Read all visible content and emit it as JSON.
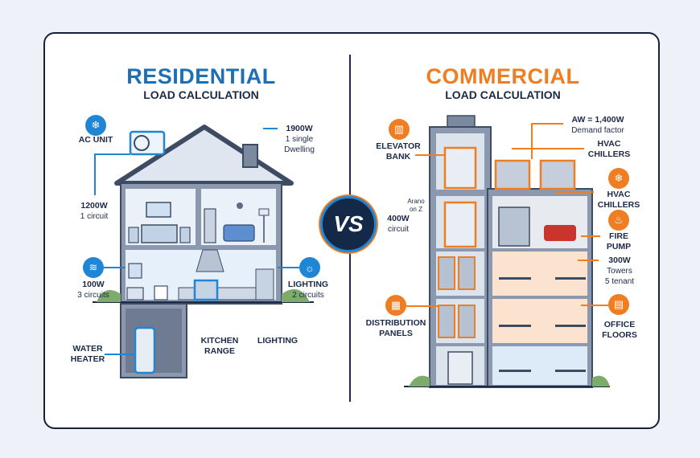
{
  "residential": {
    "title": "RESIDENTIAL",
    "subtitle": "LOAD CALCULATION",
    "accent_color": "#1f6fb5",
    "labels": {
      "ac_unit": "AC UNIT",
      "service": {
        "value": "1900W",
        "line1": "1 single",
        "line2": "Dwelling"
      },
      "ac_circuit": {
        "value": "1200W",
        "detail": "1 circuit"
      },
      "bath": {
        "value": "100W",
        "detail": "3 circuits"
      },
      "lighting_right": {
        "value": "LIGHTING",
        "detail": "2 circuits"
      },
      "water_heater": {
        "line1": "WATER",
        "line2": "HEATER"
      },
      "kitchen_range": {
        "line1": "KITCHEN",
        "line2": "RANGE"
      },
      "lighting_bottom": "LIGHTING"
    },
    "icons": [
      "ac-unit-icon",
      "heater-icon",
      "ceiling-light-icon"
    ]
  },
  "vs_badge": "VS",
  "commercial": {
    "title": "COMMERCIAL",
    "subtitle": "LOAD CALCULATION",
    "accent_color": "#ef7d22",
    "labels": {
      "elevator": {
        "line1": "ELEVATOR",
        "line2": "BANK"
      },
      "demand": {
        "value": "AW = 1,400W",
        "detail": "Demand factor"
      },
      "hvac_top": {
        "line1": "HVAC",
        "line2": "CHILLERS"
      },
      "hvac_side": {
        "line1": "HVAC",
        "line2": "CHILLERS"
      },
      "circuit": {
        "value": "400W",
        "detail": "circuit",
        "note1": "Arano",
        "note2": "on",
        "note3": "Z"
      },
      "fire_pump": {
        "line1": "FIRE",
        "line2": "PUMP"
      },
      "towers": {
        "value": "300W",
        "line1": "Towers",
        "line2": "5 tenant"
      },
      "distribution": {
        "line1": "DISTRIBUTION",
        "line2": "PANELS"
      },
      "office": {
        "line1": "OFFICE",
        "line2": "FLOORS"
      }
    },
    "icons": [
      "elevator-icon",
      "snowflake-icon",
      "flame-icon",
      "panel-icon",
      "office-building-icon"
    ]
  }
}
